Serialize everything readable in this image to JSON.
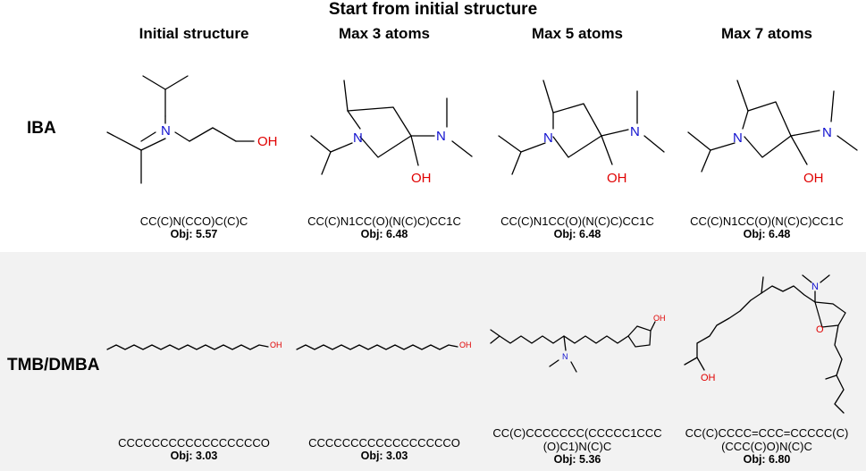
{
  "title": "Start from initial structure",
  "columns": [
    "Initial structure",
    "Max 3 atoms",
    "Max 5 atoms",
    "Max 7 atoms"
  ],
  "rows": [
    {
      "label": "IBA",
      "cells": [
        {
          "smiles": "CC(C)N(CCO)C(C)C",
          "obj": "Obj: 5.57"
        },
        {
          "smiles": "CC(C)N1CC(O)(N(C)C)CC1C",
          "obj": "Obj: 6.48"
        },
        {
          "smiles": "CC(C)N1CC(O)(N(C)C)CC1C",
          "obj": "Obj: 6.48"
        },
        {
          "smiles": "CC(C)N1CC(O)(N(C)C)CC1C",
          "obj": "Obj: 6.48"
        }
      ]
    },
    {
      "label": "TMB/DMBA",
      "cells": [
        {
          "smiles": "CCCCCCCCCCCCCCCCCO",
          "obj": "Obj: 3.03"
        },
        {
          "smiles": "CCCCCCCCCCCCCCCCCO",
          "obj": "Obj: 3.03"
        },
        {
          "smiles_lines": [
            "CC(C)CCCCCCC(CCCCC1CCC",
            "(O)C1)N(C)C"
          ],
          "obj": "Obj: 5.36"
        },
        {
          "smiles_lines": [
            "CC(C)CCCC=CCC=CCCCC(C)",
            "(CCC(C)O)N(C)C"
          ],
          "obj": "Obj: 6.80"
        }
      ]
    }
  ],
  "atoms": {
    "N": "N",
    "OH": "OH",
    "O": "O"
  },
  "colors": {
    "nitrogen": "#1010d0",
    "oxygen": "#e00000",
    "band": "#f2f2f2"
  }
}
